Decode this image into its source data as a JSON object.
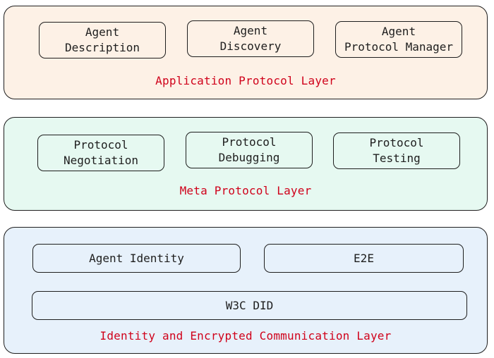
{
  "layers": {
    "application": {
      "title": "Application Protocol Layer",
      "boxes": [
        "Agent\nDescription",
        "Agent\nDiscovery",
        "Agent\nProtocol Manager"
      ]
    },
    "meta": {
      "title": "Meta Protocol Layer",
      "boxes": [
        "Protocol\nNegotiation",
        "Protocol\nDebugging",
        "Protocol\nTesting"
      ]
    },
    "identity": {
      "title": "Identity and Encrypted Communication Layer",
      "boxes": [
        "Agent Identity",
        "E2E",
        "W3C DID"
      ]
    }
  },
  "colors": {
    "application_fill": "#fdf1e6",
    "meta_fill": "#e6f9f1",
    "identity_fill": "#e7f1fb",
    "title_color": "#d0021b",
    "stroke": "#1e1e1e"
  }
}
